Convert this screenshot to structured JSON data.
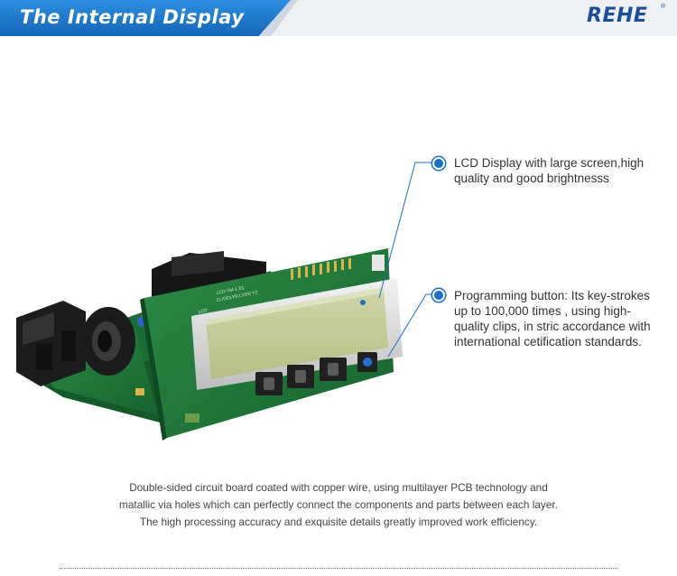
{
  "header": {
    "title": "The Internal Display",
    "brand": "REHE",
    "brand_mark": "®"
  },
  "callouts": [
    {
      "text": "LCD Display with large screen,high quality and good brightnesss"
    },
    {
      "text": "Programming button:  Its key-strokes up to 100,000 times , using high-quality clips, in stric accordance with international cetification standards."
    }
  ],
  "board_labels": {
    "line1": "LCD-YM-1.S1",
    "line2": "CLIDOLYR,LYDR Y2",
    "tag": "LCD"
  },
  "description": [
    "Double-sided circuit board coated with copper wire,  using multilayer PCB technology and",
    "matallic via holes which can perfectly connect the components and parts between each layer.",
    "The high processing accuracy and exquisite details greatly improved work efficiency."
  ],
  "colors": {
    "accent": "#1a6fc9",
    "banner": "#1f7ad0",
    "brand": "#1b4f9c",
    "pcb": "#1e7a3a"
  }
}
